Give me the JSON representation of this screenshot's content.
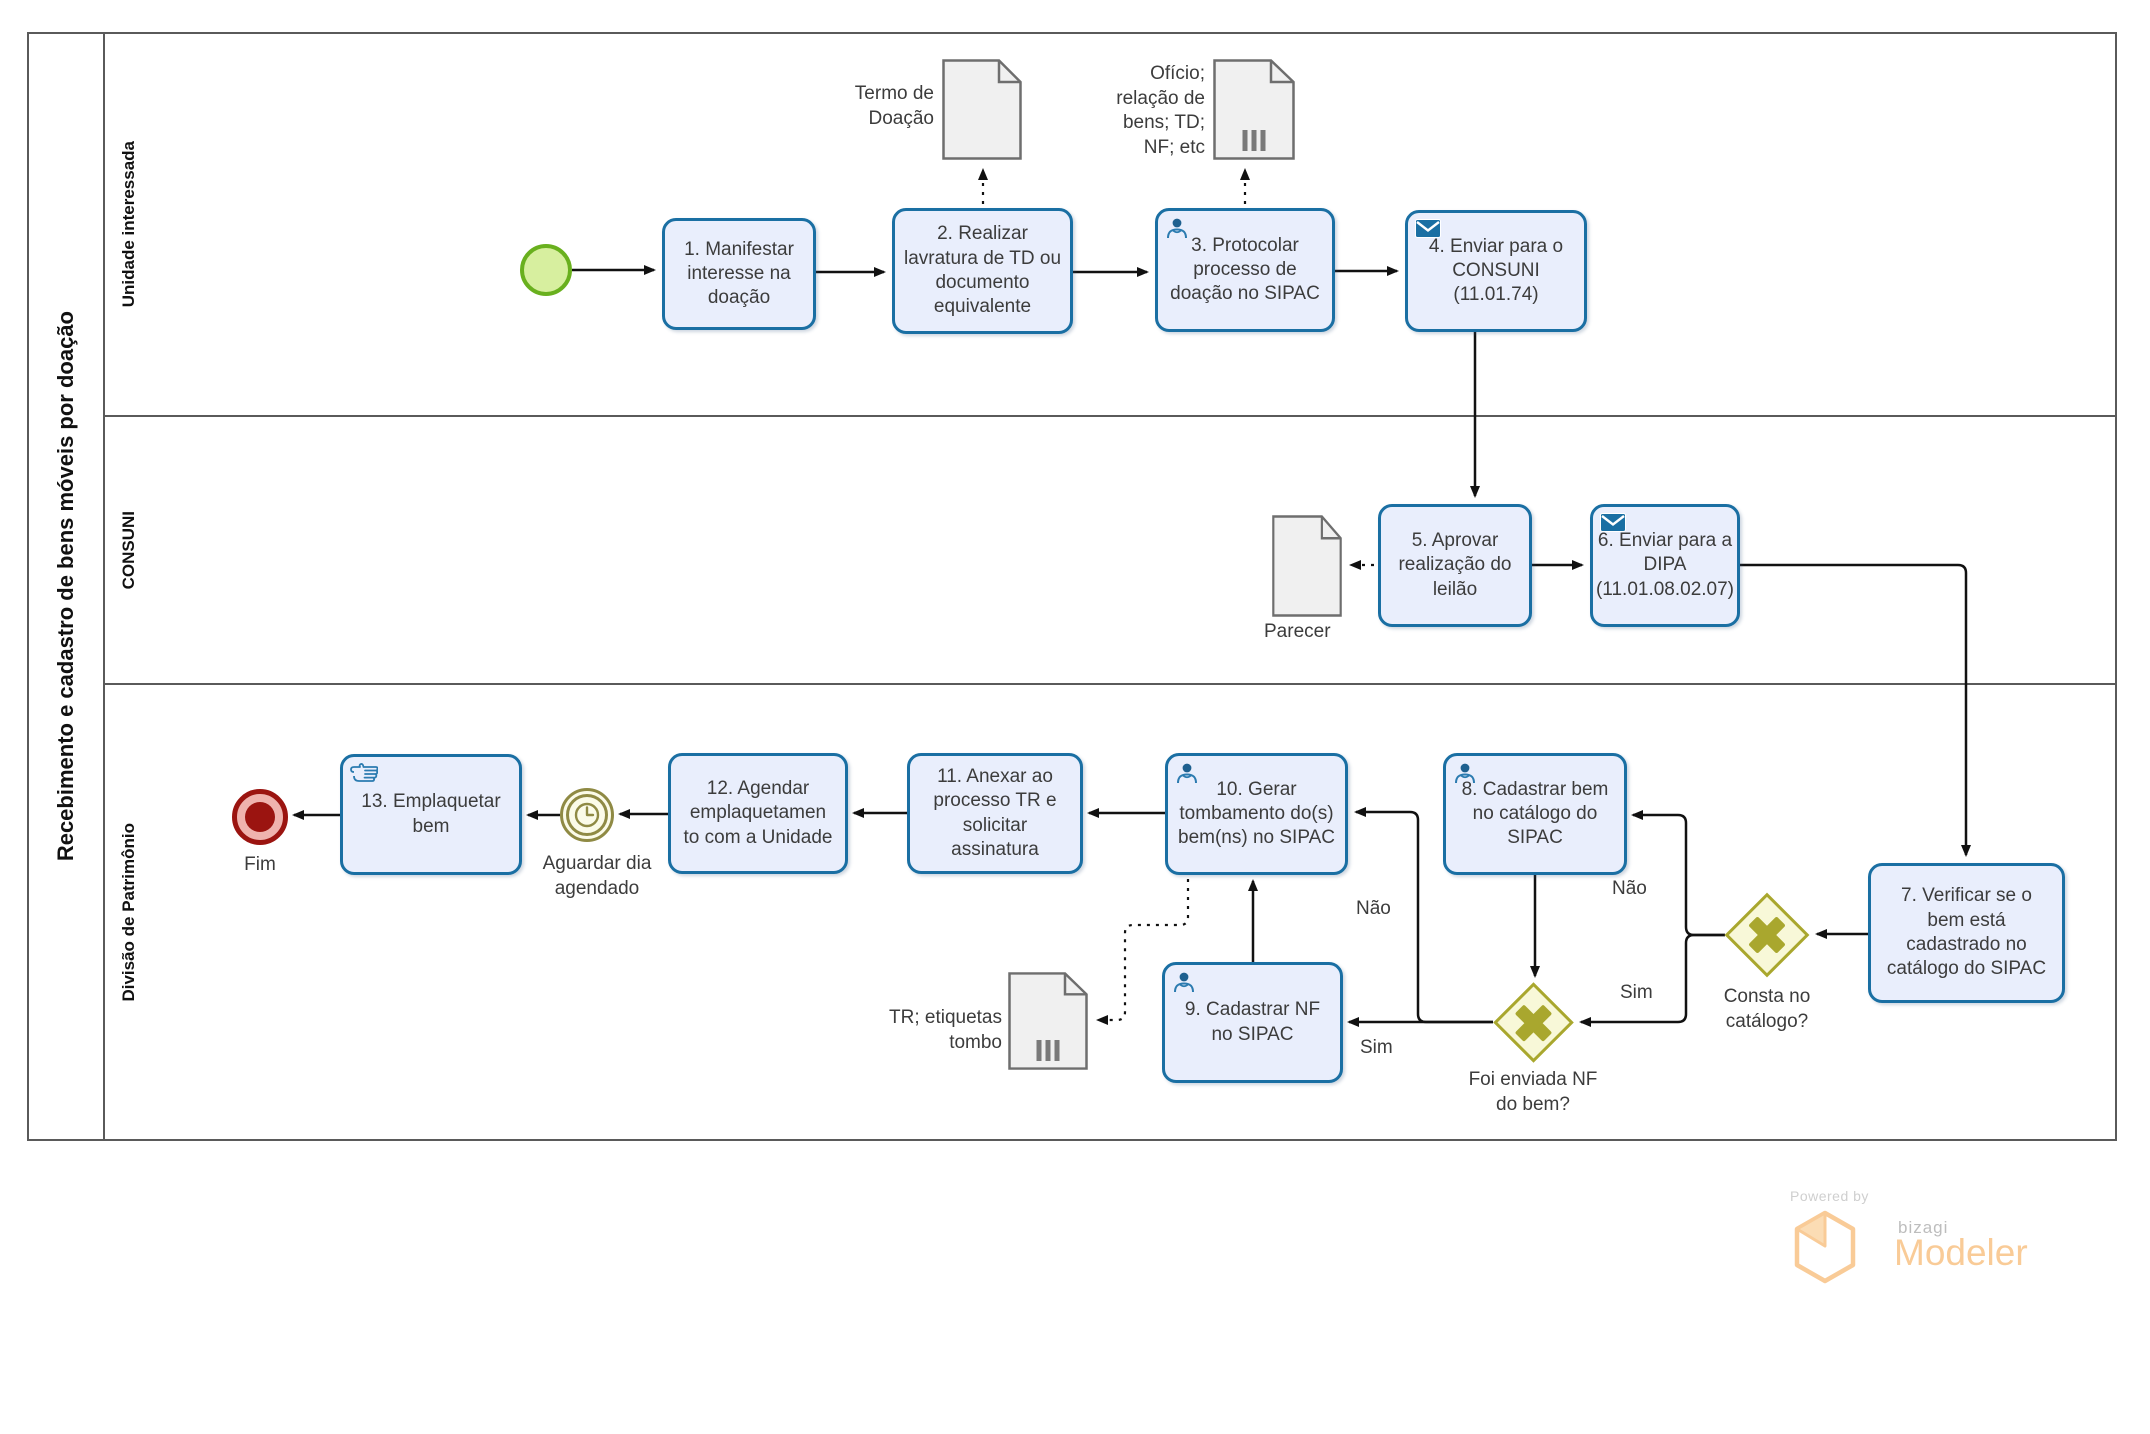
{
  "pool": {
    "title": "Recebimento e cadastro de bens móveis por doação"
  },
  "lanes": [
    {
      "label": "Unidade interessada"
    },
    {
      "label": "CONSUNI"
    },
    {
      "label": "Divisão de Patrimônio"
    }
  ],
  "tasks": {
    "t1": "1. Manifestar interesse na doação",
    "t2": "2. Realizar lavratura de TD ou documento equivalente",
    "t3": "3. Protocolar processo de doação no SIPAC",
    "t4": "4. Enviar para o CONSUNI (11.01.74)",
    "t5": "5. Aprovar realização do leilão",
    "t6": "6. Enviar para a DIPA (11.01.08.02.07)",
    "t7": "7. Verificar se o bem está cadastrado no catálogo do SIPAC",
    "t8": "8. Cadastrar bem no catálogo do SIPAC",
    "t9": "9. Cadastrar NF no SIPAC",
    "t10": "10. Gerar tombamento do(s) bem(ns) no SIPAC",
    "t11": "11. Anexar ao processo TR e solicitar assinatura",
    "t12": "12. Agendar emplaquetamen to com a Unidade",
    "t13": "13. Emplaquetar bem"
  },
  "gateways": {
    "g1_label": "Consta no catálogo?",
    "g2_label": "Foi enviada NF do bem?"
  },
  "flow_labels": {
    "g1_no": "Não",
    "g1_yes": "Sim",
    "g2_no": "Não",
    "g2_yes": "Sim"
  },
  "documents": {
    "d1": "Termo de Doação",
    "d2": "Ofício; relação de bens; TD; NF; etc",
    "d3": "Parecer",
    "d4": "TR; etiquetas tombo"
  },
  "events": {
    "end_label": "Fim",
    "timer_label": "Aguardar dia agendado"
  },
  "branding": {
    "powered_by": "Powered by",
    "vendor": "bizagi",
    "product": "Modeler"
  },
  "icons": {
    "user_task": "user-icon",
    "send_task": "envelope-icon",
    "manual_task": "hand-icon",
    "timer_event": "clock-icon",
    "exclusive_gateway": "x-mark-icon",
    "document_artifact": "document-icon",
    "brand": "bizagi-hexagon-icon"
  },
  "colors": {
    "task_fill": "#e9eefc",
    "task_border": "#1a6fa3",
    "start_fill": "#d7ef9f",
    "start_border": "#69b01e",
    "end_border": "#9b1410",
    "end_fill": "#efb3ae",
    "timer_border": "#8f8a44",
    "timer_fill": "#fbfbe8",
    "gateway_fill": "#f8f8d8",
    "gateway_border": "#a9a72e",
    "document_fill": "#f0f0f0",
    "document_border": "#6e6e6e",
    "flow": "#111111",
    "brand_orange": "#f9cb97",
    "brand_gray": "#bdbdbd"
  }
}
